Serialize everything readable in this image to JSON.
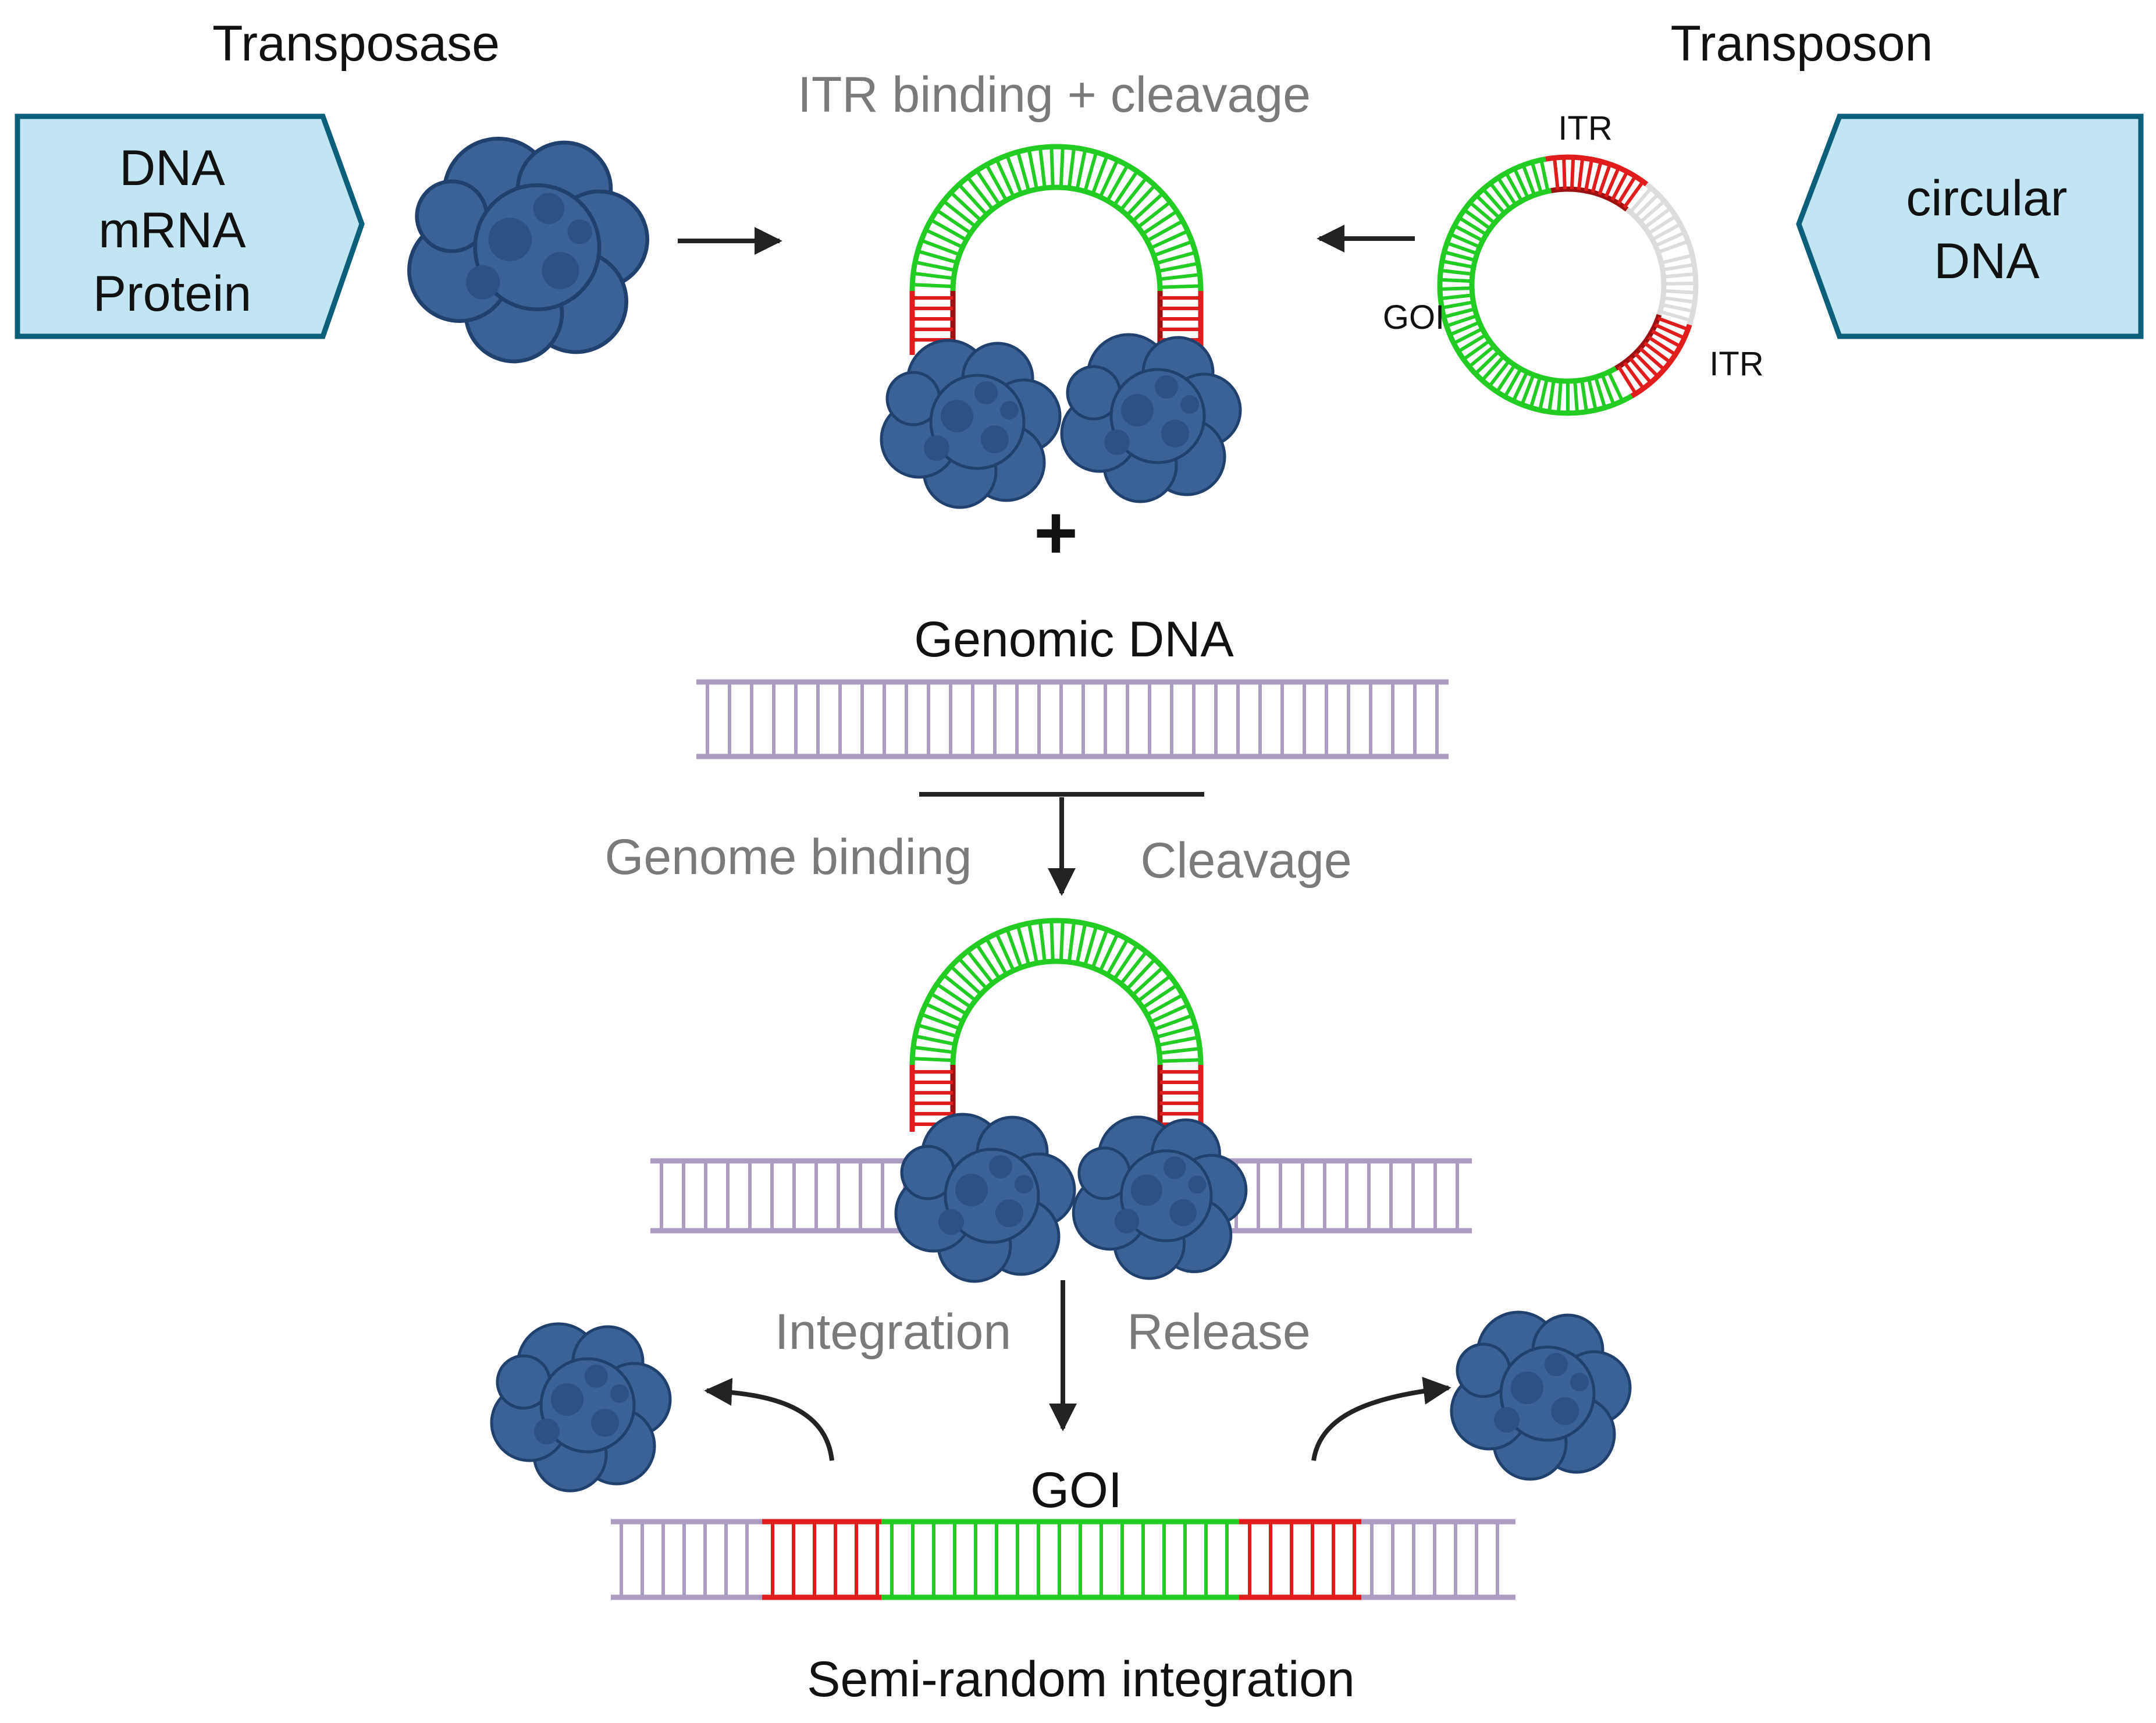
{
  "labels": {
    "transposase_title": "Transposase",
    "transposon_title": "Transposon",
    "itr_step": "ITR binding + cleavage",
    "plus": "+",
    "genomic_dna": "Genomic DNA",
    "genome_binding": "Genome binding",
    "cleavage": "Cleavage",
    "integration": "Integration",
    "release": "Release",
    "goi_inserted": "GOI",
    "semi_random": "Semi-random integration",
    "itr_top": "ITR",
    "itr_right": "ITR",
    "goi_ring": "GOI"
  },
  "transposase_box": {
    "lines": [
      "DNA",
      "mRNA",
      "Protein"
    ]
  },
  "transposon_box": {
    "lines": [
      "circular",
      "DNA"
    ]
  },
  "colors": {
    "box_fill": "#c2e5f3",
    "box_edge": "#0b5f7a",
    "protein": "#3a6296",
    "protein_shade": "#2e5185",
    "protein_edge": "#20416e",
    "goi_green": "#22cc22",
    "itr_red": "#e01c1c",
    "itr_dark": "#9b1111",
    "genomic_purple": "#ad9cc2",
    "spacer_grey": "#dcdcdc",
    "arrow": "#222222",
    "grey_text": "#7a7a7a"
  }
}
